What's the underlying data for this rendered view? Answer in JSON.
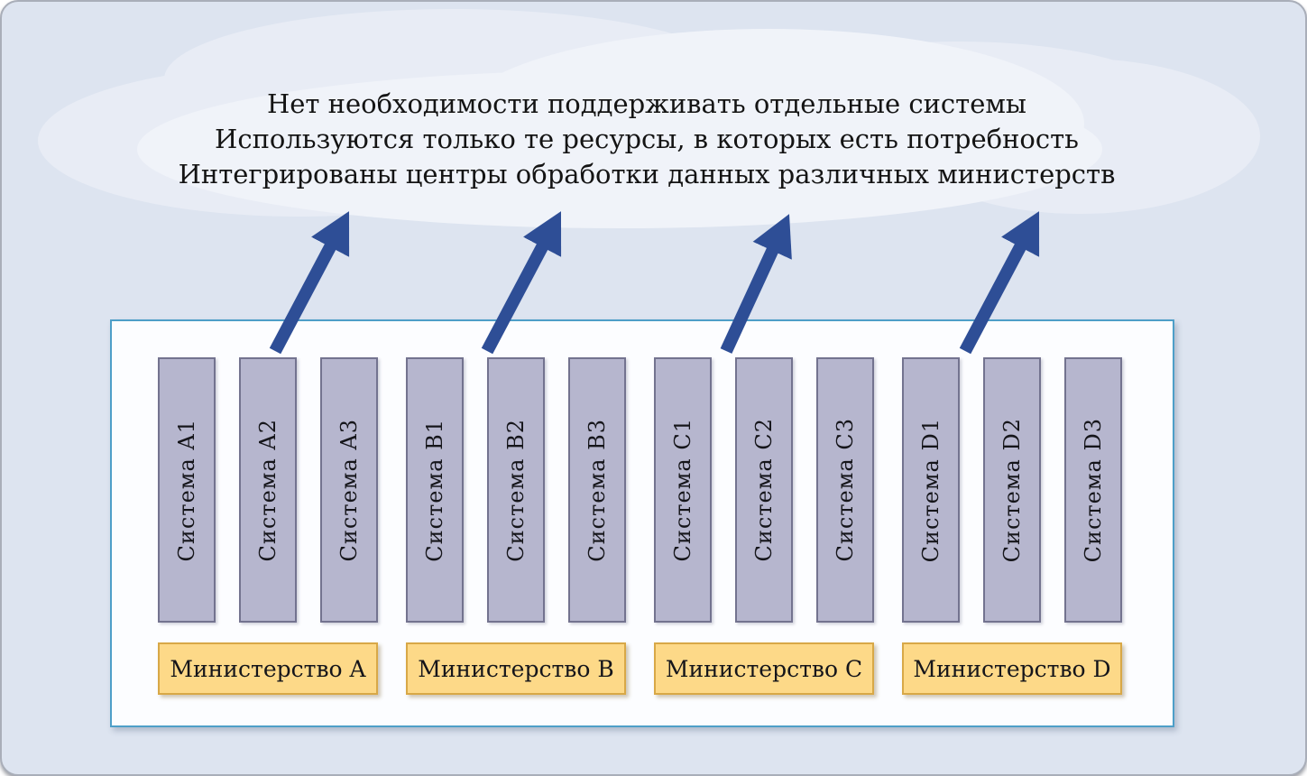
{
  "cloud": {
    "lines": [
      "Нет необходимости поддерживать отдельные системы",
      "Используются только те ресурсы, в которых есть потребность",
      "Интегрированы центры обработки данных различных министерств"
    ]
  },
  "groups": [
    {
      "ministry": "Министерство A",
      "systems": [
        "Система A1",
        "Система A2",
        "Система A3"
      ]
    },
    {
      "ministry": "Министерство B",
      "systems": [
        "Система B1",
        "Система B2",
        "Система B3"
      ]
    },
    {
      "ministry": "Министерство C",
      "systems": [
        "Система C1",
        "Система C2",
        "Система C3"
      ]
    },
    {
      "ministry": "Министерство D",
      "systems": [
        "Система D1",
        "Система D2",
        "Система D3"
      ]
    }
  ],
  "colors": {
    "background": "#dde4f0",
    "cloud_light": "#f0f3f9",
    "cloud_mid": "#e8ecf5",
    "panel_bg": "#fcfdff",
    "panel_border": "#4e9fc8",
    "bar_fill": "#b6b6ce",
    "bar_border": "#73738f",
    "ministry_fill": "#fdd988",
    "ministry_border": "#d8a847",
    "arrow": "#2e4e96",
    "text": "#141414"
  }
}
